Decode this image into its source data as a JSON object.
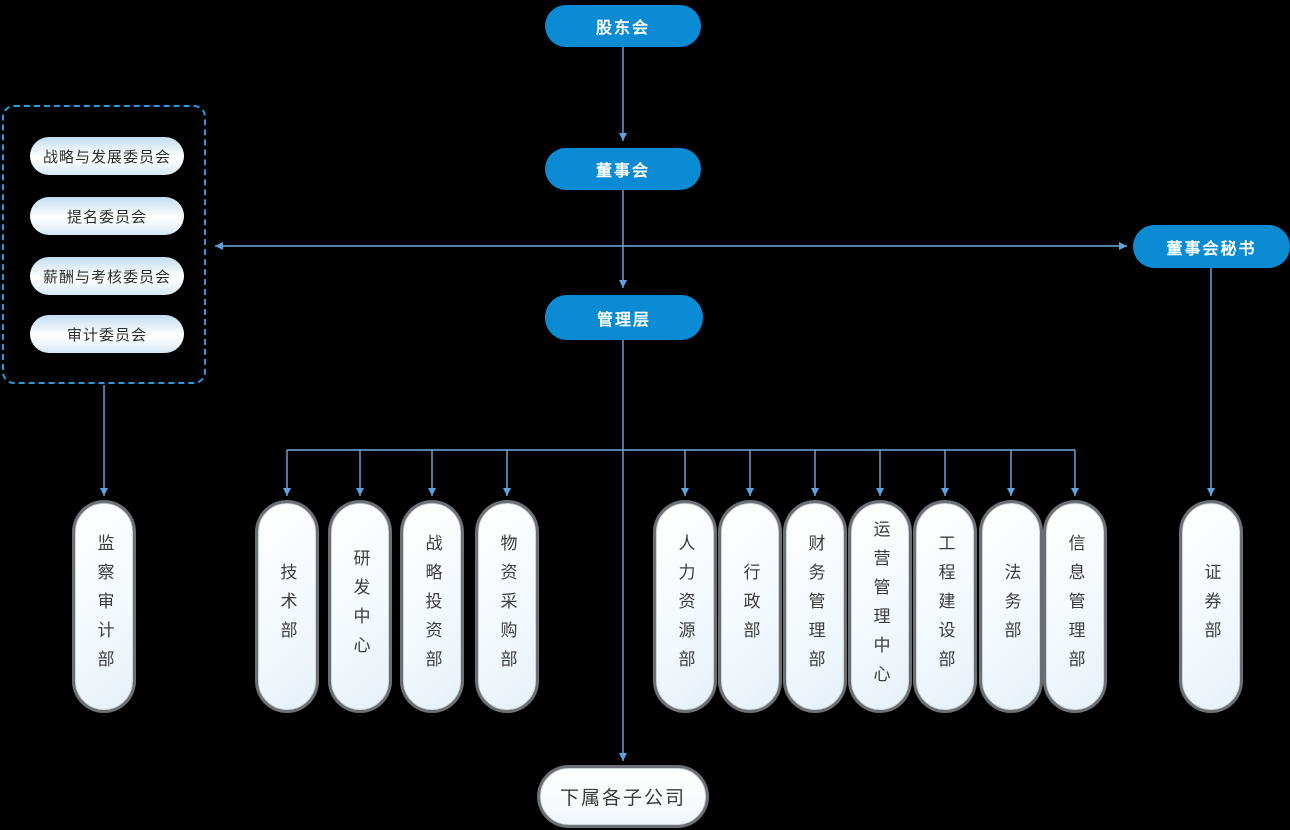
{
  "title": "company-organization-chart",
  "colors": {
    "accent_blue": "#0b8bd4",
    "connector_blue": "#71aade",
    "dashed_border_blue": "#2b9be0",
    "pill_text_dark": "#3c3c3c"
  },
  "nodes": {
    "shareholders": "股东会",
    "board": "董事会",
    "management": "管理层",
    "board_secretary": "董事会秘书",
    "subsidiaries": "下属各子公司",
    "supervision_audit_dept": "监察审计部",
    "securities_dept": "证券部"
  },
  "committees": [
    "战略与发展委员会",
    "提名委员会",
    "薪酬与考核委员会",
    "审计委员会"
  ],
  "departments": [
    "技术部",
    "研发中心",
    "战略投资部",
    "物资采购部",
    "人力资源部",
    "行政部",
    "财务管理部",
    "运营管理中心",
    "工程建设部",
    "法务部",
    "信息管理部"
  ]
}
